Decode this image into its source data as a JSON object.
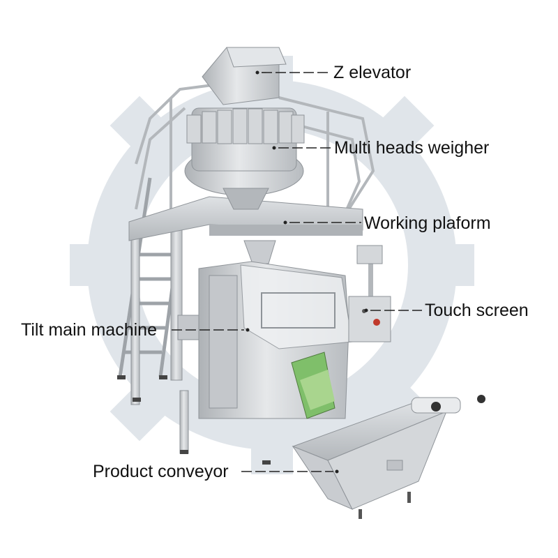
{
  "figure": {
    "subject": "Vertical packing machine with multi head weigher",
    "labels": {
      "z_elevator": "Z elevator",
      "multi_heads_weigher": "Multi heads weigher",
      "working_platform": "Working plaform",
      "touch_screen": "Touch screen",
      "tilt_main_machine": "Tilt main machine",
      "product_conveyor": "Product conveyor"
    },
    "colors": {
      "steel": "#c9ccd0",
      "steel_dark": "#8e9398",
      "watermark": "#a9b6c4",
      "label_text": "#111111"
    }
  }
}
